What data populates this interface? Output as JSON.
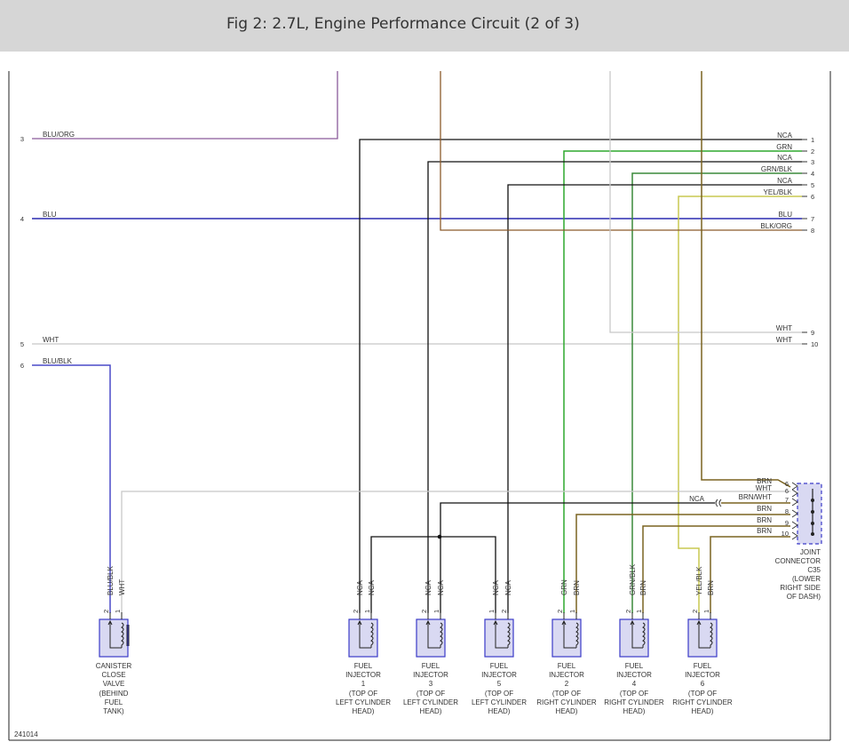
{
  "title": "Fig 2: 2.7L, Engine Performance Circuit (2 of 3)",
  "figure_id": "241014",
  "colors": {
    "BLU/ORG": "#8a5a9a",
    "BLU": "#2a2ab0",
    "WHT": "#c8c8c8",
    "BLU/BLK": "#4a4ac8",
    "NCA": "#111111",
    "GRN": "#2fa82f",
    "GRN/BLK": "#3a8a3a",
    "YEL/BLK": "#c8c850",
    "BLK/ORG": "#8b5a2b",
    "BRN": "#7a6320",
    "BRN/WHT": "#7a6320"
  },
  "left_wires": [
    {
      "pin": "3",
      "label": "BLU/ORG"
    },
    {
      "pin": "4",
      "label": "BLU"
    },
    {
      "pin": "5",
      "label": "WHT"
    },
    {
      "pin": "6",
      "label": "BLU/BLK"
    }
  ],
  "right_wires": [
    {
      "pin": "1",
      "label": "NCA"
    },
    {
      "pin": "2",
      "label": "GRN"
    },
    {
      "pin": "3",
      "label": "NCA"
    },
    {
      "pin": "4",
      "label": "GRN/BLK"
    },
    {
      "pin": "5",
      "label": "NCA"
    },
    {
      "pin": "6",
      "label": "YEL/BLK"
    },
    {
      "pin": "7",
      "label": "BLU"
    },
    {
      "pin": "8",
      "label": "BLK/ORG"
    },
    {
      "pin": "9",
      "label": "WHT"
    },
    {
      "pin": "10",
      "label": "WHT"
    }
  ],
  "joint_connector": {
    "lines": [
      "JOINT",
      "CONNECTOR",
      "C35",
      "(LOWER",
      "RIGHT SIDE",
      "OF DASH)"
    ],
    "pins": [
      {
        "pin": "6",
        "label": "BRN"
      },
      {
        "pin": "6",
        "label": "WHT"
      },
      {
        "pin": "7",
        "label": "BRN/WHT"
      },
      {
        "pin": "8",
        "label": "BRN"
      },
      {
        "pin": "9",
        "label": "BRN"
      },
      {
        "pin": "10",
        "label": "BRN"
      }
    ],
    "nca_label": "NCA"
  },
  "components": [
    {
      "name": "canister-close-valve",
      "wire_labels": [
        "BLU/BLK",
        "WHT"
      ],
      "pins": [
        "2",
        "1"
      ],
      "caption": [
        "CANISTER",
        "CLOSE",
        "VALVE",
        "(BEHIND",
        "FUEL",
        "TANK)"
      ]
    },
    {
      "name": "fuel-injector-1",
      "wire_labels": [
        "NCA",
        "NCA"
      ],
      "pins": [
        "2",
        "1"
      ],
      "caption": [
        "FUEL",
        "INJECTOR",
        "1",
        "(TOP OF",
        "LEFT CYLINDER",
        "HEAD)"
      ]
    },
    {
      "name": "fuel-injector-3",
      "wire_labels": [
        "NCA",
        "NCA"
      ],
      "pins": [
        "2",
        "1"
      ],
      "caption": [
        "FUEL",
        "INJECTOR",
        "3",
        "(TOP OF",
        "LEFT CYLINDER",
        "HEAD)"
      ]
    },
    {
      "name": "fuel-injector-5",
      "wire_labels": [
        "NCA",
        "NCA"
      ],
      "pins": [
        "1",
        "2"
      ],
      "caption": [
        "FUEL",
        "INJECTOR",
        "5",
        "(TOP OF",
        "LEFT CYLINDER",
        "HEAD)"
      ]
    },
    {
      "name": "fuel-injector-2",
      "wire_labels": [
        "GRN",
        "BRN"
      ],
      "pins": [
        "2",
        "1"
      ],
      "caption": [
        "FUEL",
        "INJECTOR",
        "2",
        "(TOP OF",
        "RIGHT CYLINDER",
        "HEAD)"
      ]
    },
    {
      "name": "fuel-injector-4",
      "wire_labels": [
        "GRN/BLK",
        "BRN"
      ],
      "pins": [
        "2",
        "1"
      ],
      "caption": [
        "FUEL",
        "INJECTOR",
        "4",
        "(TOP OF",
        "RIGHT CYLINDER",
        "HEAD)"
      ]
    },
    {
      "name": "fuel-injector-6",
      "wire_labels": [
        "YEL/BLK",
        "BRN"
      ],
      "pins": [
        "2",
        "1"
      ],
      "caption": [
        "FUEL",
        "INJECTOR",
        "6",
        "(TOP OF",
        "RIGHT CYLINDER",
        "HEAD)"
      ]
    }
  ]
}
